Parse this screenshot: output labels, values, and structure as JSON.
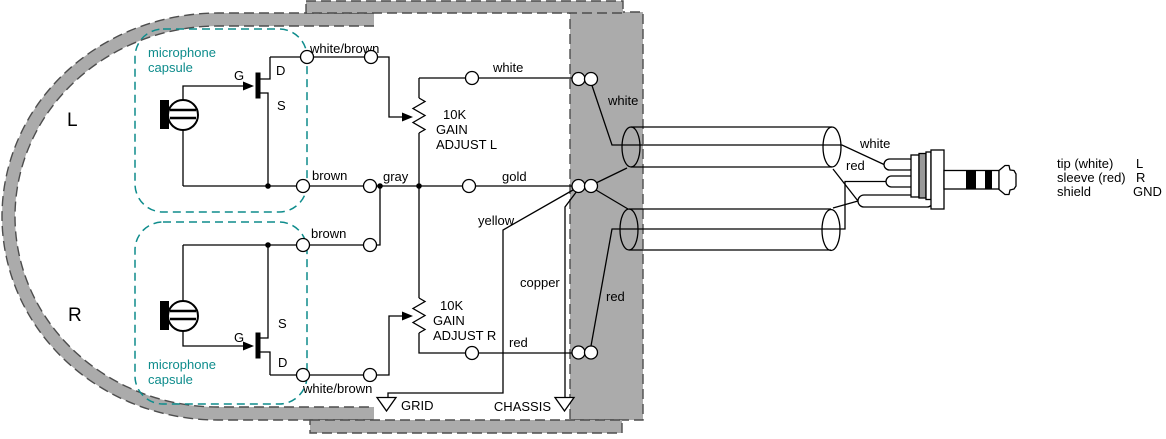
{
  "colors": {
    "housing_gray": "#ababab",
    "housing_dash": "#4d4d4d",
    "capsule_teal": "#0e8c8c",
    "plug_washer_gray": "#999999",
    "line_black": "#000000"
  },
  "housing": {
    "left_label": "L",
    "right_label": "R"
  },
  "capsule_box": {
    "line1": "microphone",
    "line2": "capsule"
  },
  "jfet": {
    "gate": "G",
    "drain": "D",
    "source": "S"
  },
  "wires": {
    "l_top": "white/brown",
    "l_bottom": "brown",
    "r_top": "brown",
    "r_bottom": "white/brown",
    "gray": "gray",
    "gold": "gold",
    "pot_l_out": "white",
    "pot_r_out": "red",
    "yellow": "yellow",
    "copper": "copper",
    "panel_left": "white",
    "panel_right": "red",
    "cable_left": "white",
    "cable_right": "red"
  },
  "pots": {
    "l": {
      "value": "10K",
      "label1": "GAIN",
      "label2": "ADJUST L"
    },
    "r": {
      "value": "10K",
      "label1": "GAIN",
      "label2": "ADJUST R"
    }
  },
  "grounds": {
    "grid": "GRID",
    "chassis": "CHASSIS"
  },
  "plug_legend": [
    {
      "part": "tip (white)",
      "signal": "L"
    },
    {
      "part": "sleeve (red)",
      "signal": "R"
    },
    {
      "part": "shield",
      "signal": "GND"
    }
  ]
}
